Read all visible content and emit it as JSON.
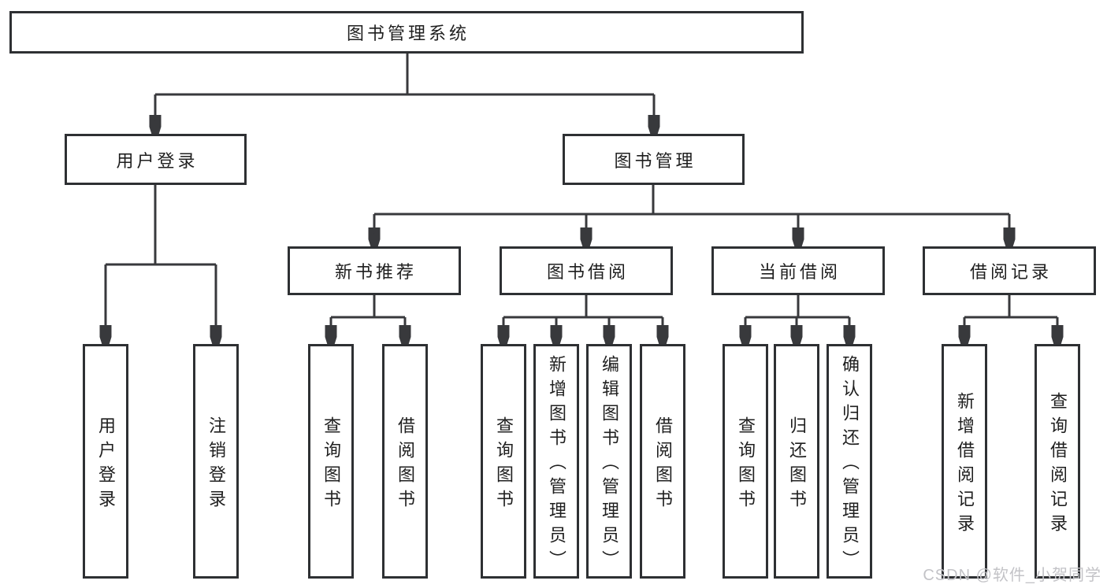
{
  "tree": {
    "label": "图书管理系统",
    "children": [
      {
        "label": "用户登录",
        "children": [
          {
            "label": "用户登录"
          },
          {
            "label": "注销登录"
          }
        ]
      },
      {
        "label": "图书管理",
        "children": [
          {
            "label": "新书推荐",
            "children": [
              {
                "label": "查询图书"
              },
              {
                "label": "借阅图书"
              }
            ]
          },
          {
            "label": "图书借阅",
            "children": [
              {
                "label": "查询图书"
              },
              {
                "label": "新增图书（管理员）"
              },
              {
                "label": "编辑图书（管理员）"
              },
              {
                "label": "借阅图书"
              }
            ]
          },
          {
            "label": "当前借阅",
            "children": [
              {
                "label": "查询图书"
              },
              {
                "label": "归还图书"
              },
              {
                "label": "确认归还（管理员）"
              }
            ]
          },
          {
            "label": "借阅记录",
            "children": [
              {
                "label": "新增借阅记录"
              },
              {
                "label": "查询借阅记录"
              }
            ]
          }
        ]
      }
    ]
  },
  "watermark": {
    "text": "CSDN @软件_小贺同学"
  },
  "colors": {
    "background": "#ffffff",
    "box_border": "#2e3033",
    "connector": "#38393c",
    "text": "#1f1f1f",
    "watermark": "#c3c3c7"
  }
}
